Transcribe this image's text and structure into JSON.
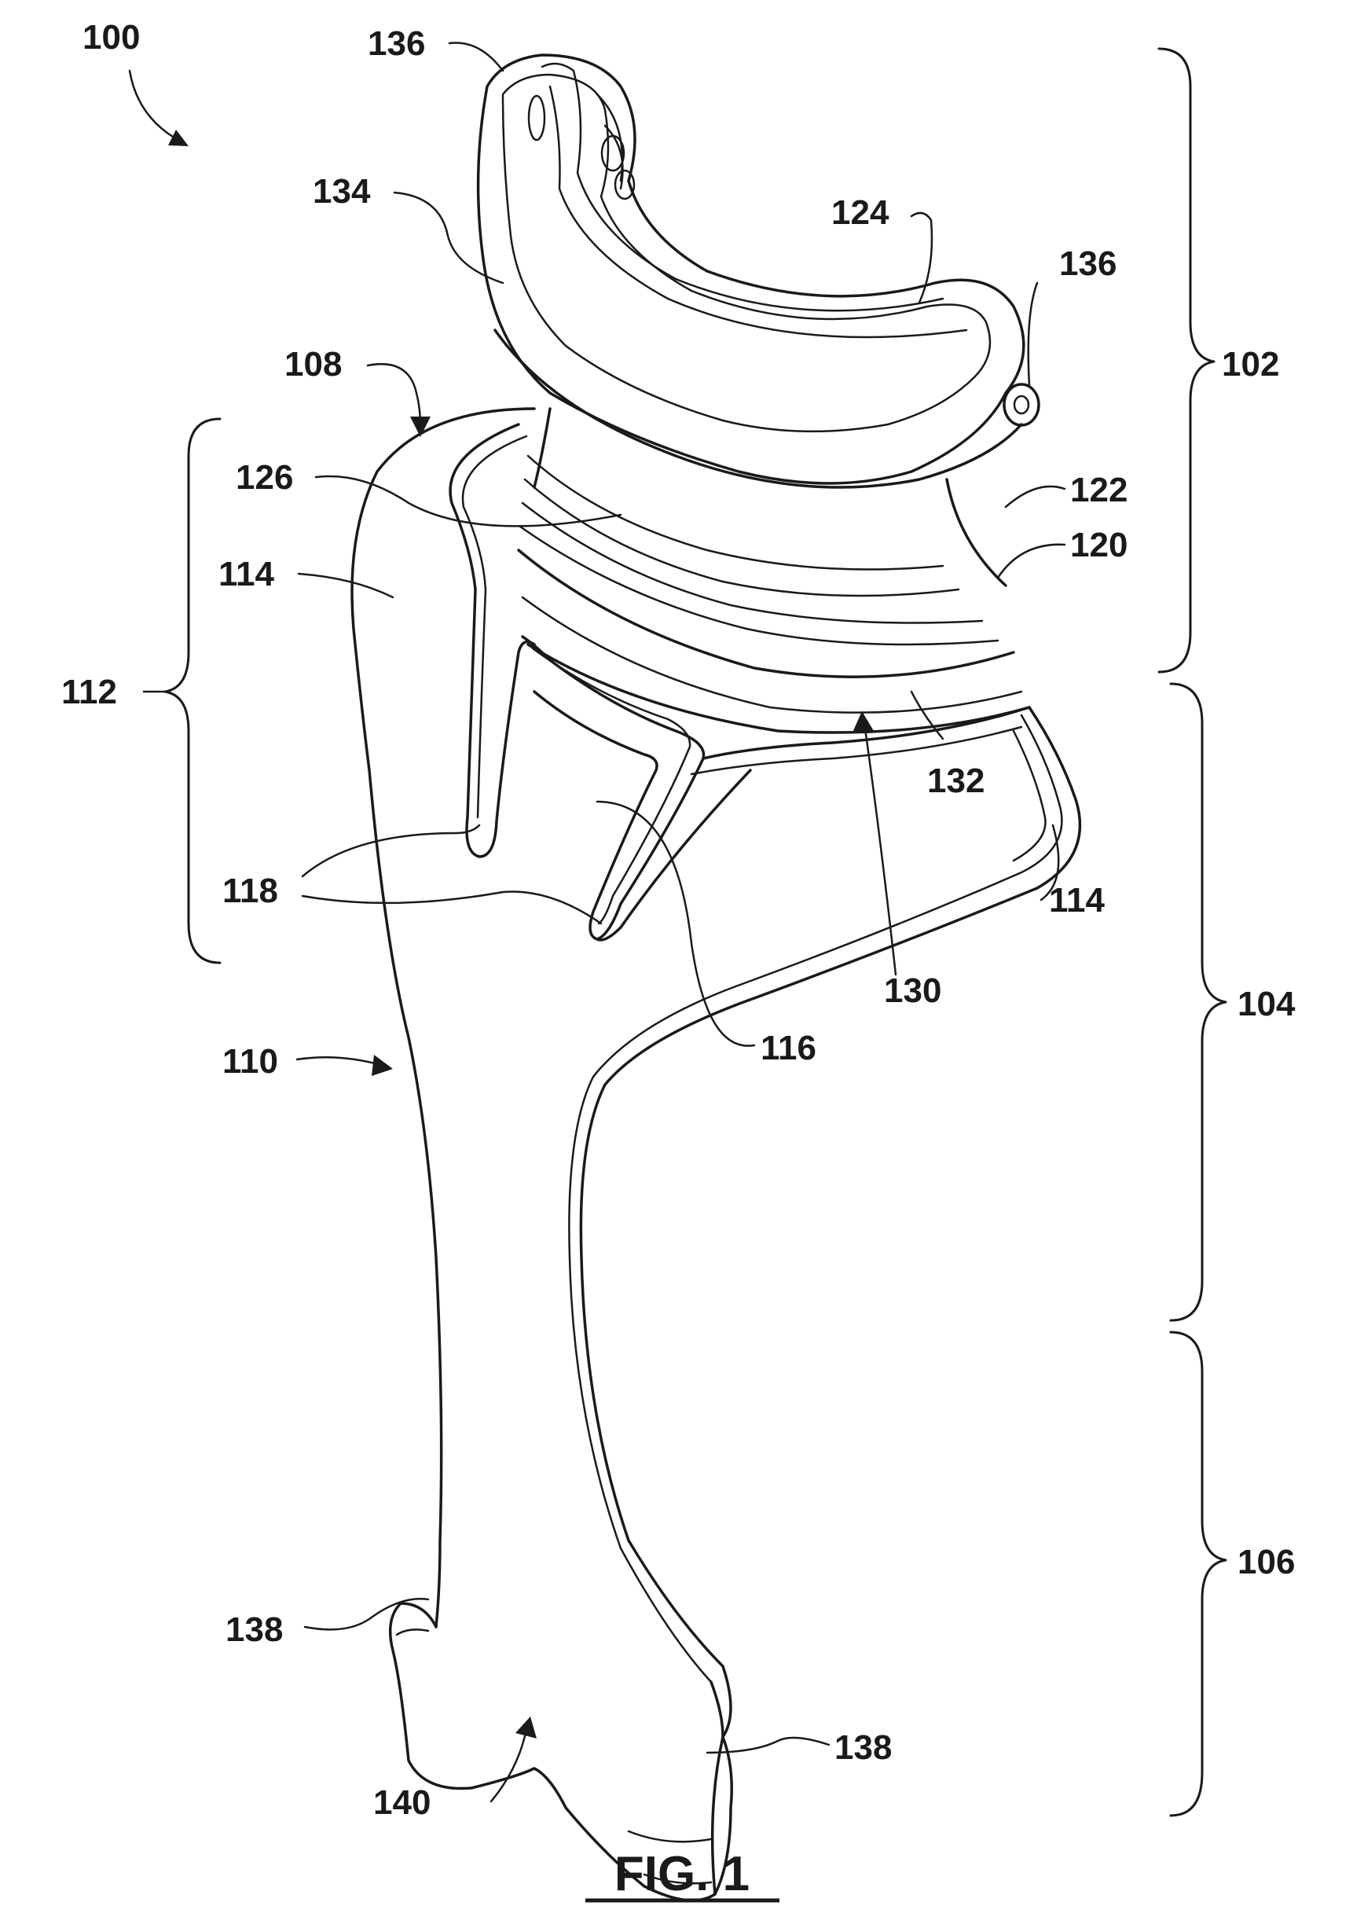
{
  "figure": {
    "caption": "FIG. 1",
    "labels": {
      "l100": "100",
      "l102": "102",
      "l104": "104",
      "l106": "106",
      "l108": "108",
      "l110": "110",
      "l112": "112",
      "l114a": "114",
      "l114b": "114",
      "l116": "116",
      "l118": "118",
      "l120": "120",
      "l122": "122",
      "l124": "124",
      "l126": "126",
      "l130": "130",
      "l132": "132",
      "l134": "134",
      "l136a": "136",
      "l136b": "136",
      "l138a": "138",
      "l138b": "138",
      "l140": "140"
    }
  }
}
